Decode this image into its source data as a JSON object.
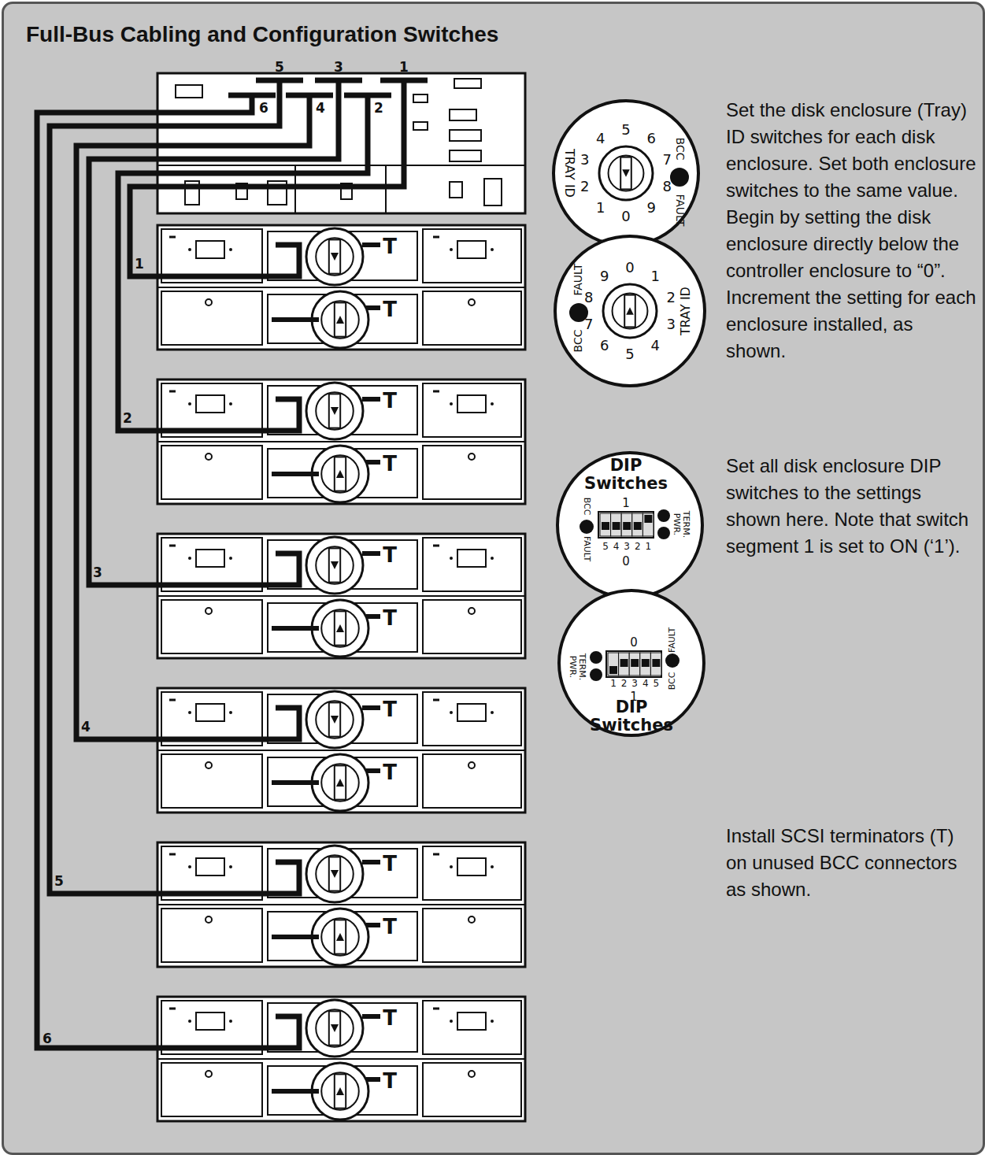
{
  "diagram": {
    "title": "Full-Bus Cabling and Configuration Switches",
    "labels": [
      "5",
      "3",
      "1",
      "6",
      "4",
      "2",
      "1",
      "2",
      "3",
      "4",
      "5",
      "6",
      "TRAY ID",
      "BCC",
      "FAULT",
      "0",
      "1",
      "2",
      "3",
      "4",
      "5",
      "6",
      "7",
      "8",
      "9",
      "TRAY ID",
      "BCC",
      "FAULT",
      "0",
      "1",
      "2",
      "3",
      "4",
      "5",
      "6",
      "7",
      "8",
      "9",
      "Set the disk enclosure (Tray) ID switches for each disk enclosure. Set both enclosure switches to the same value. Begin by setting the disk enclosure directly below the controller enclosure to “0”. Increment the setting for each enclosure installed, as shown.",
      "DIP Switches",
      "BCC",
      "FAULT",
      "TERM. PWR.",
      "1",
      "5",
      "4",
      "3",
      "2",
      "1",
      "0",
      "DIP Switches",
      "TERM. PWR.",
      "BCC",
      "FAULT",
      "0",
      "1",
      "2",
      "3",
      "4",
      "5",
      "1",
      "Set all disk enclosure DIP switches to the settings shown here. Note that switch segment 1 is set to ON (‘1’).",
      "Install SCSI terminators (T) on unused BCC connectors as shown.",
      "T",
      "T",
      "T",
      "T",
      "T",
      "T",
      "T",
      "T",
      "T",
      "T",
      "T",
      "T"
    ]
  }
}
